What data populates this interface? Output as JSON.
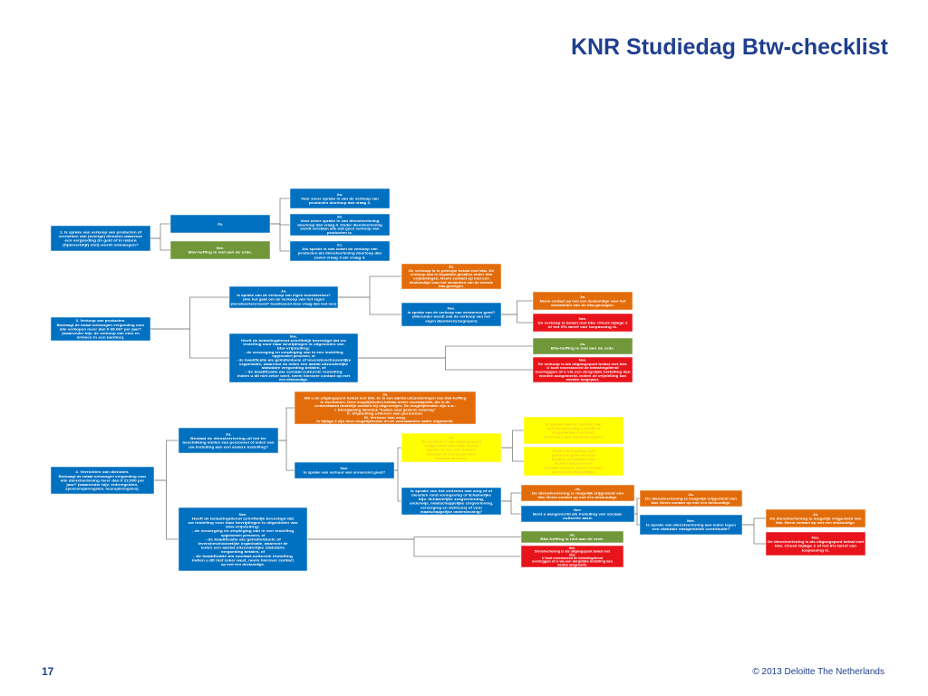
{
  "slide": {
    "title": "KNR Studiedag Btw-checklist",
    "page_number": "17",
    "copyright": "© 2013 Deloitte The Netherlands"
  },
  "colors": {
    "blue": "#0070c0",
    "green": "#70983a",
    "orange": "#e36c0a",
    "red": "#e8141b",
    "yellow": "#ffff00",
    "connector": "#7f7f7f"
  },
  "flowchart": {
    "nodes": [
      {
        "id": "q1",
        "color": "blue",
        "lines": [
          "1. Is sprake van verkoop van producten of",
          "verrichten van (overige) diensten waarvoor",
          "een vergoeding (in geld of in natura",
          "(tijdsverblijf) niet) wordt ontvangen?"
        ]
      },
      {
        "id": "q1-ja",
        "color": "blue",
        "lines": [
          "Ja."
        ]
      },
      {
        "id": "q1-nee",
        "color": "green",
        "lines": [
          "Nee.",
          "Btw-heffing is niet aan de orde."
        ]
      },
      {
        "id": "q1-ja-2a",
        "color": "blue",
        "lines": [
          "2a.",
          "Voor zover sprake is van de verkoop van",
          "producten doorloop dan vraag 3."
        ]
      },
      {
        "id": "q1-ja-2b",
        "color": "blue",
        "lines": [
          "2b.",
          "Voor zover sprake is van dienstverlening",
          "doorloop dan vraag 4. Onder dienstverlening",
          "wordt verstaan alle wat geen verkoop van",
          "producten is."
        ]
      },
      {
        "id": "q1-ja-2c",
        "color": "blue",
        "lines": [
          "2c.",
          "Als sprake is van zowel de verkoop van",
          "producten als dienstverlening doorloop dan",
          "zowel vraag 3 als vraag 4."
        ]
      },
      {
        "id": "q3",
        "color": "blue",
        "lines": [
          "3. Verkoop van producten.",
          "Bedraagt de totaal ontvangen vergoeding voor",
          "alle verkopen meer dan € 68.067 per jaar?",
          "(waaronder bijv. de verkoop van eten en",
          "drinken in een kantine)."
        ]
      },
      {
        "id": "q3-ja",
        "color": "blue",
        "lines": [
          "Ja.",
          "Is sprake van de verkoop van eigen kunstwerken?",
          "(Als het gaat om de verkoop van het eigen",
          "(kunstwerken) bevat? beantwoord deze vraag dan met nee)"
        ]
      },
      {
        "id": "q3-nee",
        "color": "blue",
        "lines": [
          "Nee.",
          "Heeft de belastingdienst schriftelijk bevestigd dat uw",
          "instelling voor haar bevrijdingen is uitgesloten van",
          "btw-vrijstelling:",
          "- de verzorging en verpleging van in een instelling",
          "opgenomen personen, of",
          "- de kwalificatie als geïndividuele of levensbeschouwelijke",
          "organisatie, waarvoor de leden een aantal uitzonderlijke",
          "statutaire vergoeding betalen, of",
          "- de kwalificatie als sociaal-culturele instelling",
          "indien u dit niet zeker weet, neem hierover contact op met",
          "een deskundige."
        ]
      },
      {
        "id": "q3-ja-ja",
        "color": "orange",
        "lines": [
          "Ja.",
          "De verkoop is in principe belast met btw. De",
          "verkoop kan in bepaalde gevallen onder btw",
          "vrijstellingen. Neem contact op met een",
          "deskundige voor het verwerken van de meeste",
          "btw-gevolgen."
        ]
      },
      {
        "id": "q3-ja-nee",
        "color": "blue",
        "lines": [
          "Nee.",
          "Is sprake van de verkoop van verworven goed?",
          "(Hieronder wordt ook de verkoop van het",
          "eigen (kantoren) begrepen)"
        ]
      },
      {
        "id": "q3-ja-nee-ja",
        "color": "orange",
        "lines": [
          "Ja.",
          "Neem contact op met een deskundige voor het",
          "vaststellen van de btw-gevolgen."
        ]
      },
      {
        "id": "q3-ja-nee-nee",
        "color": "red",
        "lines": [
          "Nee.",
          "De verkoop is belast met btw. Check bijlage 2",
          "of het 6% tarief van toepassing is."
        ]
      },
      {
        "id": "q3-nee-ja",
        "color": "green",
        "lines": [
          "Ja.",
          "Btw-heffing is niet aan de orde."
        ]
      },
      {
        "id": "q3-nee-nee",
        "color": "red",
        "lines": [
          "Nee.",
          "De verkoop is als uitgangspunt belast met btw.",
          "U kunt voorstanced de belastingdienst",
          "overleggen of u via een dergelijke instelling kan",
          "worden aangemerkt, indien de vrijstelling kan",
          "worden toegepast."
        ]
      },
      {
        "id": "q4",
        "color": "blue",
        "lines": [
          "4. Verrichten van diensten.",
          "Bedraagt de totaal ontvangen vergoeding voor",
          "alle dienstverlening meer dan € 22.000 per",
          "jaar? (waaronder bijv. entreegelden,",
          "sponsoropbrengsten, huuropbrengsten)."
        ]
      },
      {
        "id": "q4-ja",
        "color": "blue",
        "lines": [
          "Ja.",
          "Bestaat de dienstverlening uit het ter",
          "beschikking stellen van personeel of leden van",
          "uw instelling aan een andere instelling?"
        ]
      },
      {
        "id": "q4-nee",
        "color": "blue",
        "lines": [
          "Nee.",
          "Heeft de belastingdienst schriftelijk bevestigd dat",
          "uw instelling voor haar bevrijdingen is uitgesloten van",
          "btw-vrijstelling:",
          "- de verzorging en verpleging van in een instelling",
          "opgenomen personen, of",
          "- de kwalificatie als geïndividuele of",
          "levensbeschouwelijke organisatie, waarvoor de",
          "leden een aantal uitzonderlijke statutaire",
          "vergoeding betalen, of",
          "- de kwalificatie als sociaal-culturele instelling",
          "indien u dit niet zeker weet, neem hierover contact",
          "op met een deskundige."
        ]
      },
      {
        "id": "q4-ja-ja",
        "color": "orange",
        "lines": [
          "Ja.",
          "Wil u de uitgangspunt belast met btw. Er is een aantal uitzonderingen van btw-heffing",
          "te voorkomen. Deze mogelijkheden betaan onder voorwaarden, die in de",
          "onderstaand duidelijk worden bij uitgeverijen. De mogelijkheden zijn o.a.:",
          "I. Doorgaaning doorstuk \"kosten voor gemene rekening\"",
          "II. Vrijstelling uitlenen van personeel.",
          "III. Verhuur van zorg.",
          "In bijlage 2 zijn deze mogelijkheden en de voorwaarden nader uitgewerkt."
        ]
      },
      {
        "id": "q4-ja-nee",
        "color": "blue",
        "lines": [
          "Nee.",
          "Is sprake van verhuur van onroerend goed?"
        ]
      },
      {
        "id": "q4-ja-nee-ja",
        "color": "yellow",
        "lines": [
          "Ja.",
          "De verhuur is als uitgangspunt",
          "vrijgesteld van btw, tenzij",
          "sprake is van een belaste",
          "verhuur of een keuze voor",
          "belaste verhuur."
        ]
      },
      {
        "id": "q4-ja-nee-ja-a",
        "color": "yellow",
        "lines": [
          "Is sprake van de verhuur van",
          "een kortstondig verblijf of",
          "vergelijkbare verhuur,",
          "of verhuur van roerende zaken?"
        ]
      },
      {
        "id": "q4-ja-nee-ja-b",
        "color": "yellow",
        "lines": [
          "Indien de huurder het",
          "gehuurde gebruikt voor",
          "belaste prestaties kan",
          "worden gekozen voor",
          "belaste verhuur. Neem contact",
          "op met een deskundige."
        ]
      },
      {
        "id": "q4-ja-nee-nee",
        "color": "blue",
        "lines": [
          "Is sprake van het verlenen van zorg of of",
          "diensten rond vormgeving of lichamelijke",
          "bijv. lichamelijke zorgverlening,",
          "onderwijs, maatschappelijke zorgverlening,",
          "verzorging en wellness) of voor",
          "maatschappelijke ondersteuning?"
        ]
      },
      {
        "id": "q4-ja-nee-nee-ja",
        "color": "orange",
        "lines": [
          "Ja.",
          "De dienstverlening is mogelijk vrijgesteld van",
          "btw. Neem contact op met een deskundige."
        ]
      },
      {
        "id": "q4-ja-nee-nee-nee",
        "color": "blue",
        "lines": [
          "Nee.",
          "Bent u aangemerkt als instelling van sociaal-",
          "culturele aard."
        ]
      },
      {
        "id": "q4-ja-nee-nee-nee-ja",
        "color": "orange",
        "lines": [
          "Ja.",
          "De dienstverlening is mogelijk vrijgesteld van",
          "btw. Neem contact op met een deskundige."
        ]
      },
      {
        "id": "q4-ja-nee-nee-nee-nee",
        "color": "blue",
        "lines": [
          "Nee.",
          "Is sprake van dienstverlening aan leden tegen",
          "een statutair vastgestelde contributie?"
        ]
      },
      {
        "id": "q4-ja-nee-nee-nee-nee-ja",
        "color": "orange",
        "lines": [
          "Ja.",
          "De dienstverlening is mogelijk vrijgesteld van",
          "btw. Neem contact op met een deskundige."
        ]
      },
      {
        "id": "q4-ja-nee-nee-nee-nee-nee",
        "color": "red",
        "lines": [
          "Nee.",
          "De dienstverlening is als uitgangspunt belast met",
          "btw. Check bijlage 2 of het 6% tarief van",
          "toepassing is."
        ]
      },
      {
        "id": "q4-nee-ja",
        "color": "green",
        "lines": [
          "Ja.",
          "Btw-heffing is niet aan de orde."
        ]
      },
      {
        "id": "q4-nee-nee",
        "color": "red",
        "lines": [
          "Nee.",
          "Dienstverlening is als uitgangspunt belast met",
          "btw.",
          "U kunt voorstanced de belastingdienst",
          "overleggen of u via een dergelijke instelling kan",
          "worden aangemerkt."
        ]
      }
    ]
  }
}
